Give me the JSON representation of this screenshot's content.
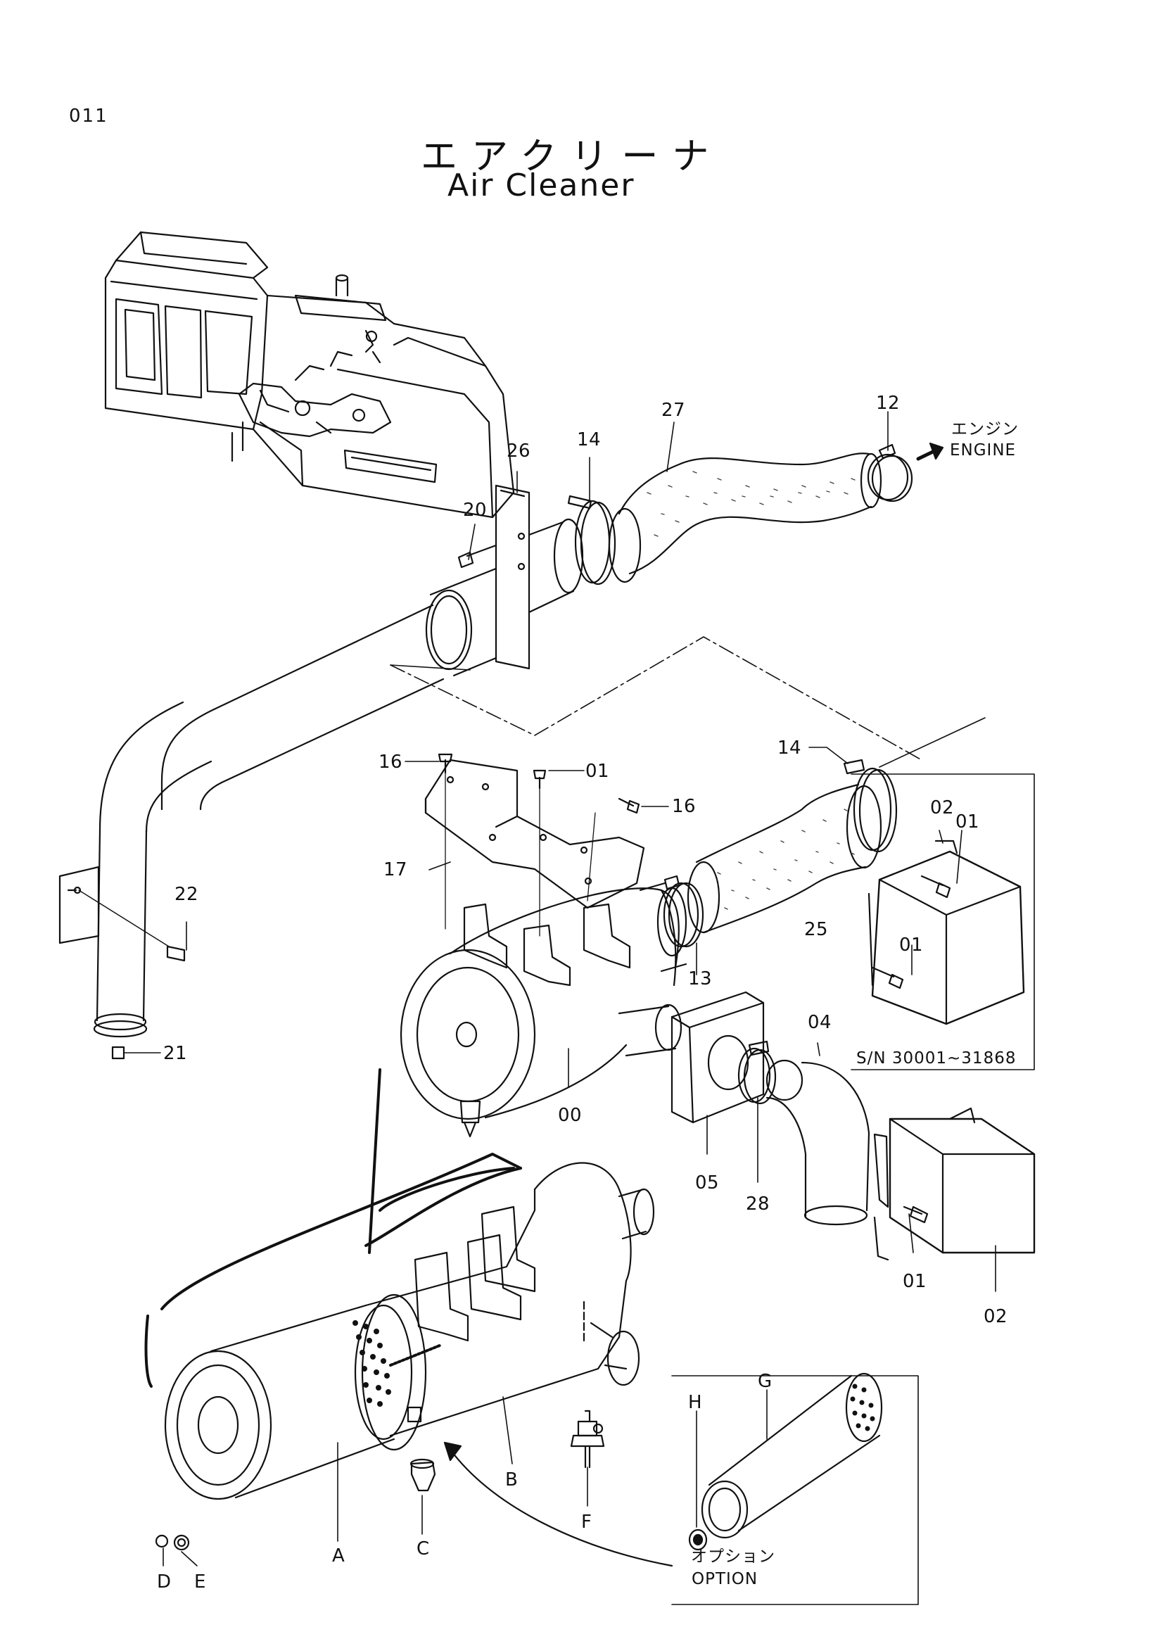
{
  "page": {
    "number": "011",
    "title_jp": "エアクリーナ",
    "title_en": "Air Cleaner"
  },
  "engine_note": {
    "jp": "エンジン",
    "en": "ENGINE"
  },
  "serial_note": "S/N 30001~31868",
  "option_note": {
    "jp": "オプション",
    "en": "OPTION"
  },
  "callouts": {
    "c00": "00",
    "c01a": "01",
    "c01b": "01",
    "c01c": "01",
    "c01d": "01",
    "c02a": "02",
    "c02b": "02",
    "c04": "04",
    "c05": "05",
    "c12": "12",
    "c13": "13",
    "c14a": "14",
    "c14b": "14",
    "c16a": "16",
    "c16b": "16",
    "c17": "17",
    "c20": "20",
    "c21": "21",
    "c22": "22",
    "c25": "25",
    "c26": "26",
    "c27": "27",
    "c28": "28",
    "cA": "A",
    "cB": "B",
    "cC": "C",
    "cD": "D",
    "cE": "E",
    "cF": "F",
    "cG": "G",
    "cH": "H"
  }
}
